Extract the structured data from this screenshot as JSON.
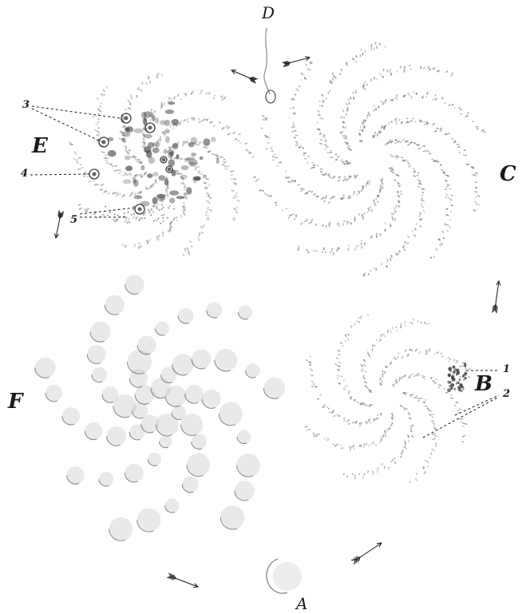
{
  "figure": {
    "labels": {
      "A": "A",
      "B": "B",
      "C": "C",
      "D": "D",
      "E": "E",
      "F": "F",
      "n1": "1",
      "n2": "2",
      "n3": "3",
      "n4": "4",
      "n5": "5"
    },
    "colors": {
      "ink": "#1a1a1a",
      "stipple": "#7a7a7a",
      "wash": "#9a9a9a",
      "nucleus": "#3a3a3a",
      "background": "#ffffff"
    },
    "icons": [
      "feathered-arrow-icon"
    ]
  }
}
